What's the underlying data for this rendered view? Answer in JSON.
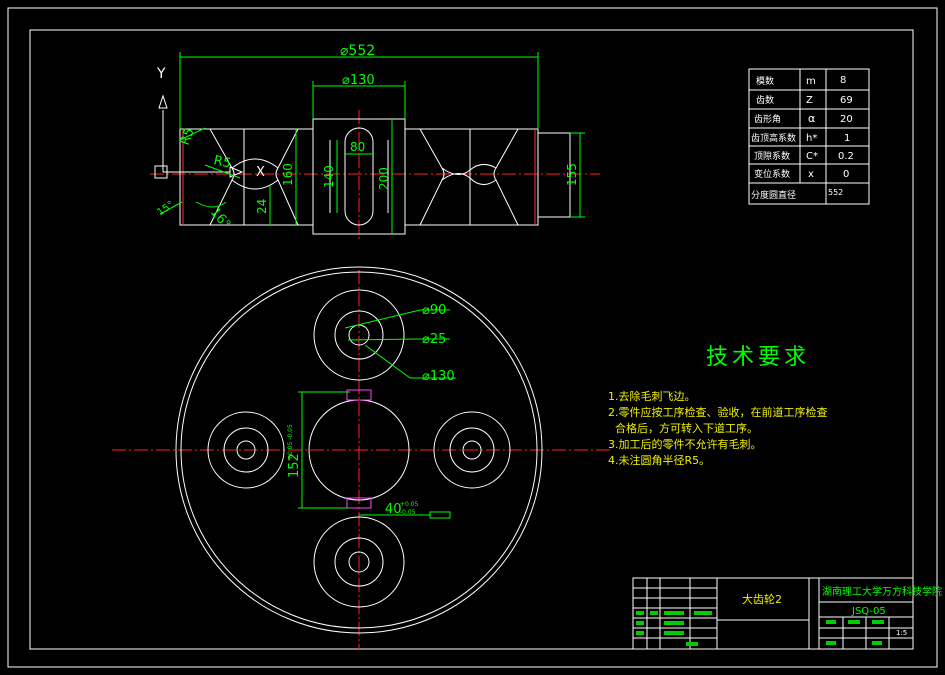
{
  "dims": {
    "d552": "⌀552",
    "d130_top": "⌀130",
    "w80": "80",
    "h140": "140",
    "h200": "200",
    "h160": "160",
    "h155": "155",
    "h24": "24",
    "r5a": "R5",
    "r5b": "R5",
    "a16": "16°",
    "a15": "15°",
    "d90": "⌀90",
    "d25": "⌀25",
    "d130": "⌀130",
    "h152": "152",
    "h152_tol": "+0.05 -0.05",
    "w40": "40",
    "w40_tol_up": "+0.05",
    "w40_tol_dn": "-0.05"
  },
  "axis": {
    "y_label": "Y",
    "x_label": "X"
  },
  "params": {
    "rows": [
      {
        "name": "模数",
        "symbol": "m",
        "value": "8"
      },
      {
        "name": "齿数",
        "symbol": "Z",
        "value": "69"
      },
      {
        "name": "齿形角",
        "symbol": "α",
        "value": "20"
      },
      {
        "name": "齿顶高系数",
        "symbol": "h*",
        "value": "1"
      },
      {
        "name": "顶隙系数",
        "symbol": "C*",
        "value": "0.2"
      },
      {
        "name": "变位系数",
        "symbol": "x",
        "value": "0"
      },
      {
        "name": "分度圆直径",
        "symbol": "",
        "value": "552"
      }
    ]
  },
  "tech": {
    "title": "技术要求",
    "lines": [
      "1.去除毛刺飞边。",
      "2.零件应按工序检查、验收，在前道工序检查",
      "  合格后，方可转入下道工序。",
      "3.加工后的零件不允许有毛刺。",
      "4.未注圆角半径R5。"
    ]
  },
  "titleblock": {
    "part_name": "大齿轮2",
    "school": "湖南理工大学万方科技学院",
    "drawing_no": "JSQ-05",
    "scale": "1:5"
  }
}
